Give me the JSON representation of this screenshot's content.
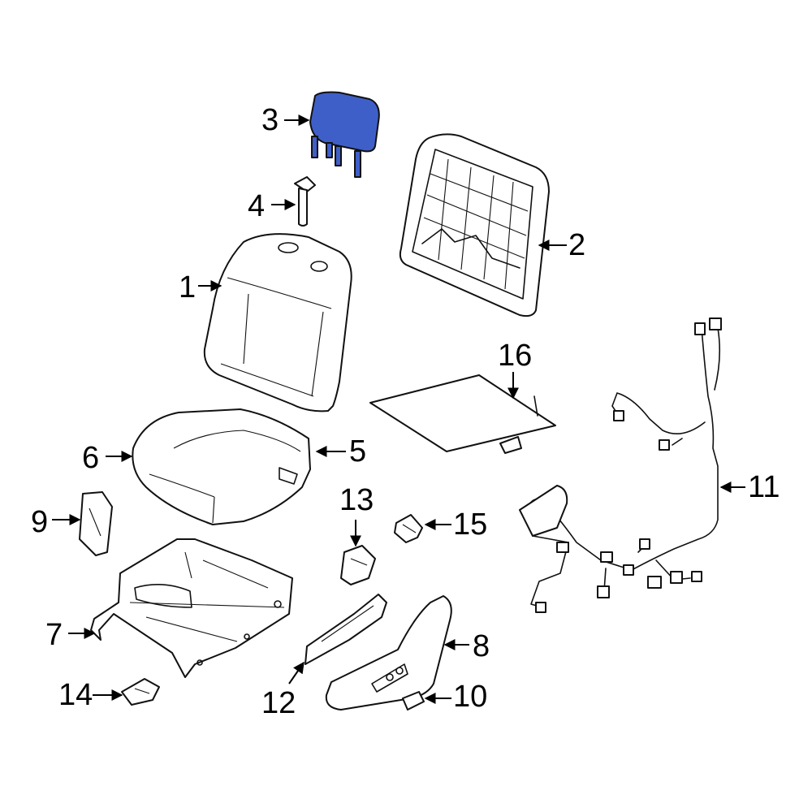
{
  "colors": {
    "highlight": "#3f5fc8",
    "line": "#111111",
    "background": "#ffffff"
  },
  "callouts": {
    "c1": "1",
    "c2": "2",
    "c3": "3",
    "c4": "4",
    "c5": "5",
    "c6": "6",
    "c7": "7",
    "c8": "8",
    "c9": "9",
    "c10": "10",
    "c11": "11",
    "c12": "12",
    "c13": "13",
    "c14": "14",
    "c15": "15",
    "c16": "16"
  }
}
